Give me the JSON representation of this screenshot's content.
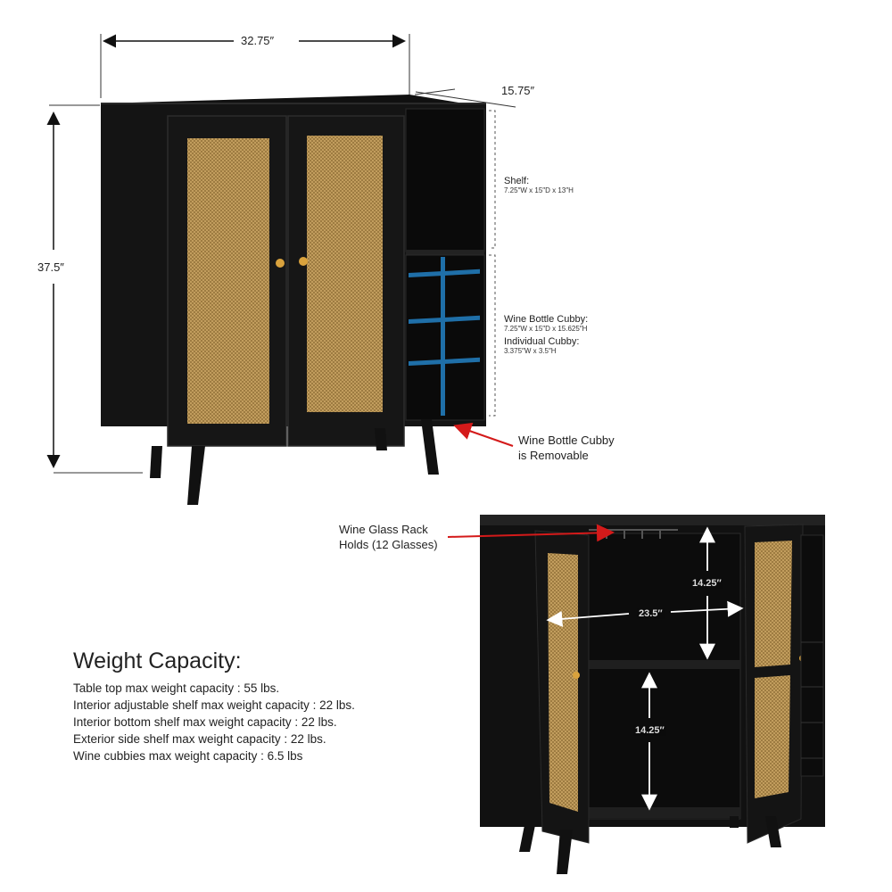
{
  "dimensions": {
    "width": "32.75″",
    "depth": "15.75″",
    "height": "37.5″"
  },
  "shelf_note": {
    "title": "Shelf:",
    "size": "7.25″W x 15″D x 13″H"
  },
  "wine_cubby_note": {
    "title": "Wine Bottle Cubby:",
    "size": "7.25″W x 15″D x 15.625″H",
    "individual_title": "Individual Cubby:",
    "individual_size": "3.375″W x 3.5″H"
  },
  "removable_callout": {
    "line1": "Wine Bottle Cubby",
    "line2": "is Removable"
  },
  "glass_rack_callout": {
    "line1": "Wine Glass Rack",
    "line2": "Holds (12 Glasses)"
  },
  "interior": {
    "upper_height": "14.25″",
    "inner_width": "23.5″",
    "lower_height": "14.25″"
  },
  "weight_capacity": {
    "title": "Weight Capacity:",
    "lines": [
      "Table top max weight capacity : 55 lbs.",
      "Interior adjustable shelf max weight capacity : 22 lbs.",
      "Interior bottom shelf max weight capacity : 22 lbs.",
      "Exterior side shelf max weight capacity : 22 lbs.",
      "Wine cubbies max weight capacity : 6.5 lbs"
    ]
  },
  "colors": {
    "cabinet": "#141414",
    "rattan": "#c9a463",
    "cubby_highlight": "#1f6fa8",
    "arrow_red": "#d41a1a"
  }
}
